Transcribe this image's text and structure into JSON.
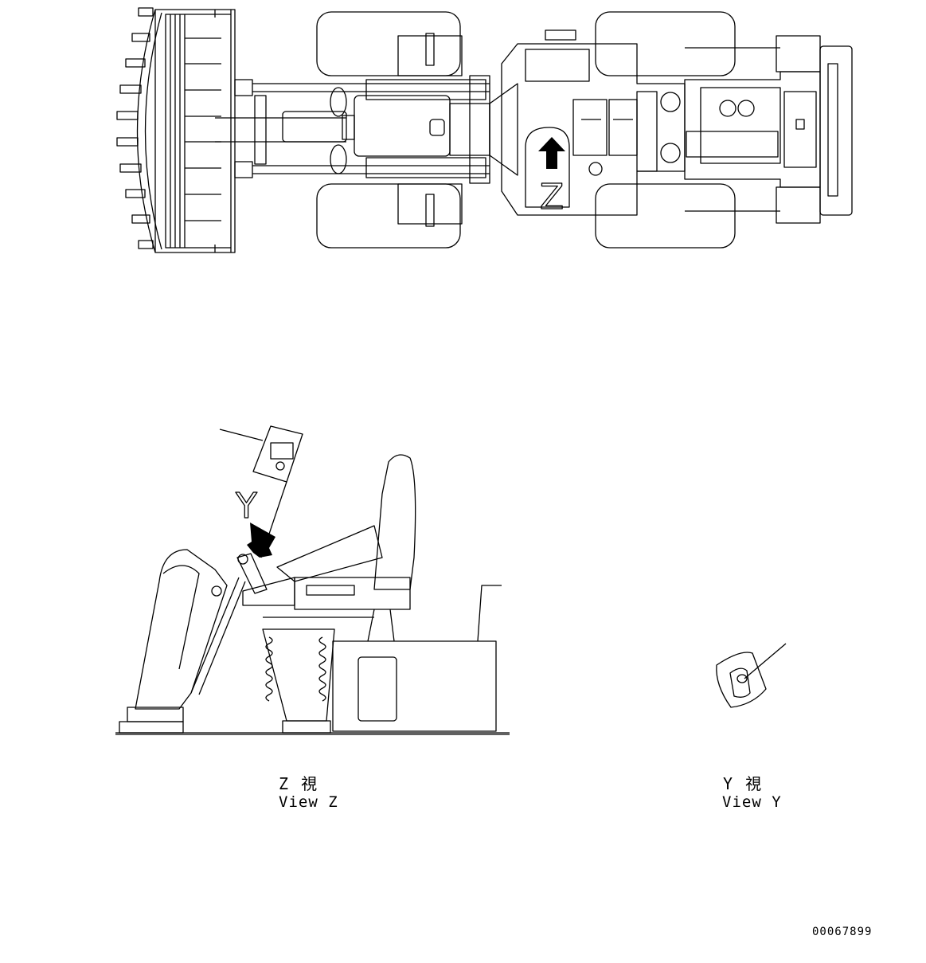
{
  "arrow_labels": {
    "top_view_arrow": "Z",
    "side_view_arrow": "Y"
  },
  "captions": {
    "view_z_jp": "Z 視",
    "view_z_en": "View Z",
    "view_y_jp": "Y 視",
    "view_y_en": "View Y"
  },
  "document_number": "00067899",
  "colors": {
    "line": "#000000",
    "background": "#ffffff"
  }
}
